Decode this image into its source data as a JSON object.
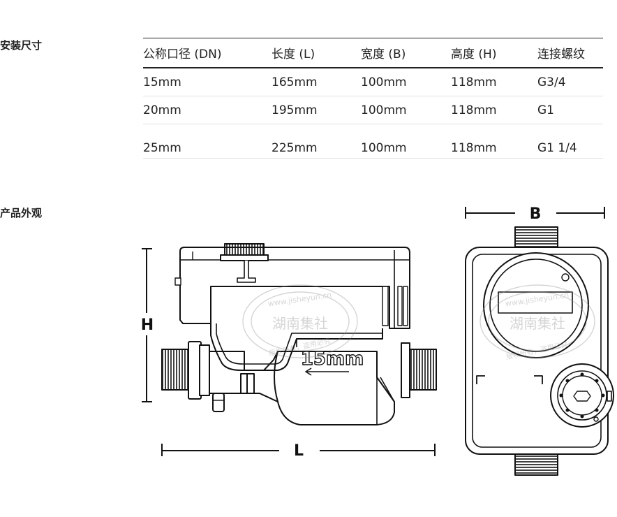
{
  "sections": {
    "dimensions_title": "安装尺寸",
    "appearance_title": "产品外观"
  },
  "table": {
    "headers": [
      "公称口径 (DN)",
      "长度 (L)",
      "宽度 (B)",
      "高度 (H)",
      "连接螺纹"
    ],
    "rows": [
      [
        "15mm",
        "165mm",
        "100mm",
        "118mm",
        "G3/4"
      ],
      [
        "20mm",
        "195mm",
        "100mm",
        "118mm",
        "G1"
      ],
      [
        "25mm",
        "225mm",
        "100mm",
        "118mm",
        "G1 1/4"
      ]
    ]
  },
  "drawing": {
    "dim_height": "H",
    "dim_length": "L",
    "dim_width": "B",
    "body_label": "15mm",
    "watermark_url": "www.jisheyun.cn",
    "watermark_name": "湖南集社",
    "watermark_rights": "版权所有，盗用必究"
  }
}
